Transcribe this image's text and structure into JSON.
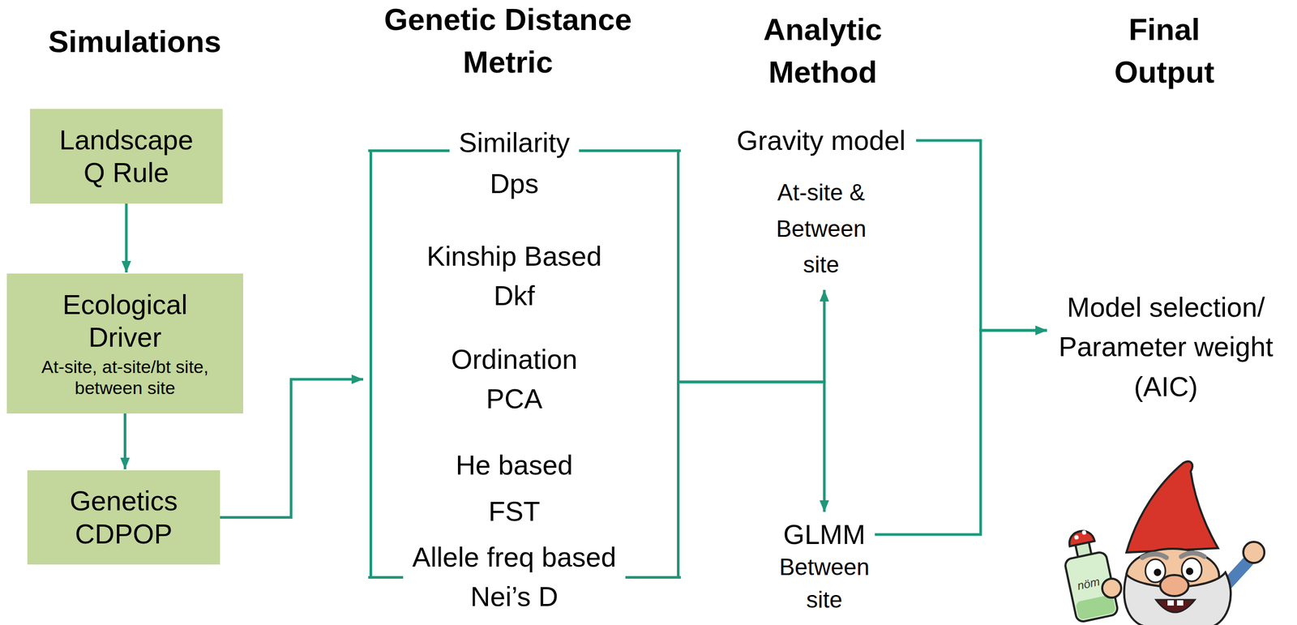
{
  "diagram": {
    "nodes": [
      {
        "text": [
          "Landscape Q Rule"
        ]
      },
      {
        "text": [
          "Ecological Driver",
          "At-site, at-site/bt site, between site"
        ]
      },
      {
        "text": [
          "Genetics CDPOP"
        ]
      },
      {
        "text": [
          "Similarity Dps",
          "Kinship Based Dkf",
          "Ordination PCA",
          "He based FST",
          "Allele freq based Nei’s D"
        ]
      },
      {
        "text": [
          "Gravity model",
          "At-site & Between site"
        ]
      },
      {
        "text": [
          "GLMM",
          "Between site"
        ]
      },
      {
        "text": [
          "Model selection/ Parameter weight (AIC)"
        ]
      }
    ],
    "edges": [
      {
        "from": 0,
        "to": 1,
        "arrow": "to"
      },
      {
        "from": 1,
        "to": 2,
        "arrow": "to"
      },
      {
        "from": 2,
        "to": 3,
        "arrow": "to"
      },
      {
        "from": 3,
        "to": 4,
        "arrow": "to"
      },
      {
        "from": 3,
        "to": 5,
        "arrow": "to"
      },
      {
        "from": 4,
        "to": 6,
        "arrow": "to"
      },
      {
        "from": 5,
        "to": 6,
        "arrow": "to"
      }
    ],
    "labels": [
      "Simulations",
      "Genetic Distance Metric",
      "Analytic Method",
      "Final Output",
      "nöm"
    ]
  }
}
